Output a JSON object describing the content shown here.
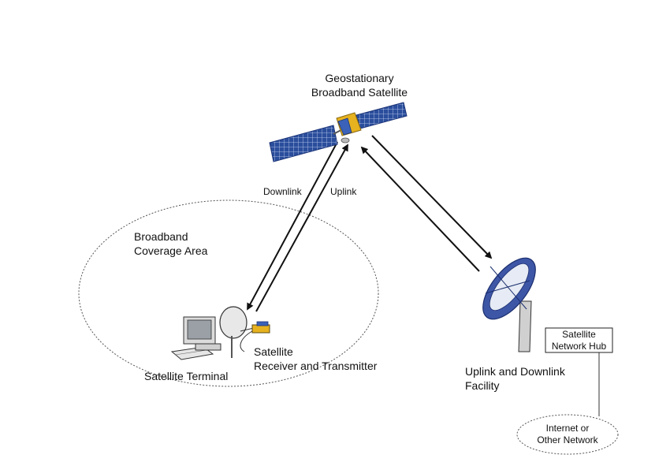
{
  "satellite": {
    "line1": "Geostationary",
    "line2": "Broadband Satellite"
  },
  "links": {
    "downlink": "Downlink",
    "uplink": "Uplink"
  },
  "coverage": {
    "line1": "Broadband",
    "line2": "Coverage Area"
  },
  "terminal": {
    "label": "Satellite Terminal"
  },
  "receiver": {
    "line1": "Satellite",
    "line2": "Receiver and Transmitter"
  },
  "facility": {
    "line1": "Uplink and Downlink",
    "line2": "Facility"
  },
  "hub": {
    "line1": "Satellite",
    "line2": "Network Hub"
  },
  "network": {
    "line1": "Internet or",
    "line2": "Other Network"
  },
  "colors": {
    "solar_panel": "#2b4e9c",
    "satellite_body": "#e7b21f",
    "dish": "#3e56a6",
    "ink": "#111111"
  }
}
